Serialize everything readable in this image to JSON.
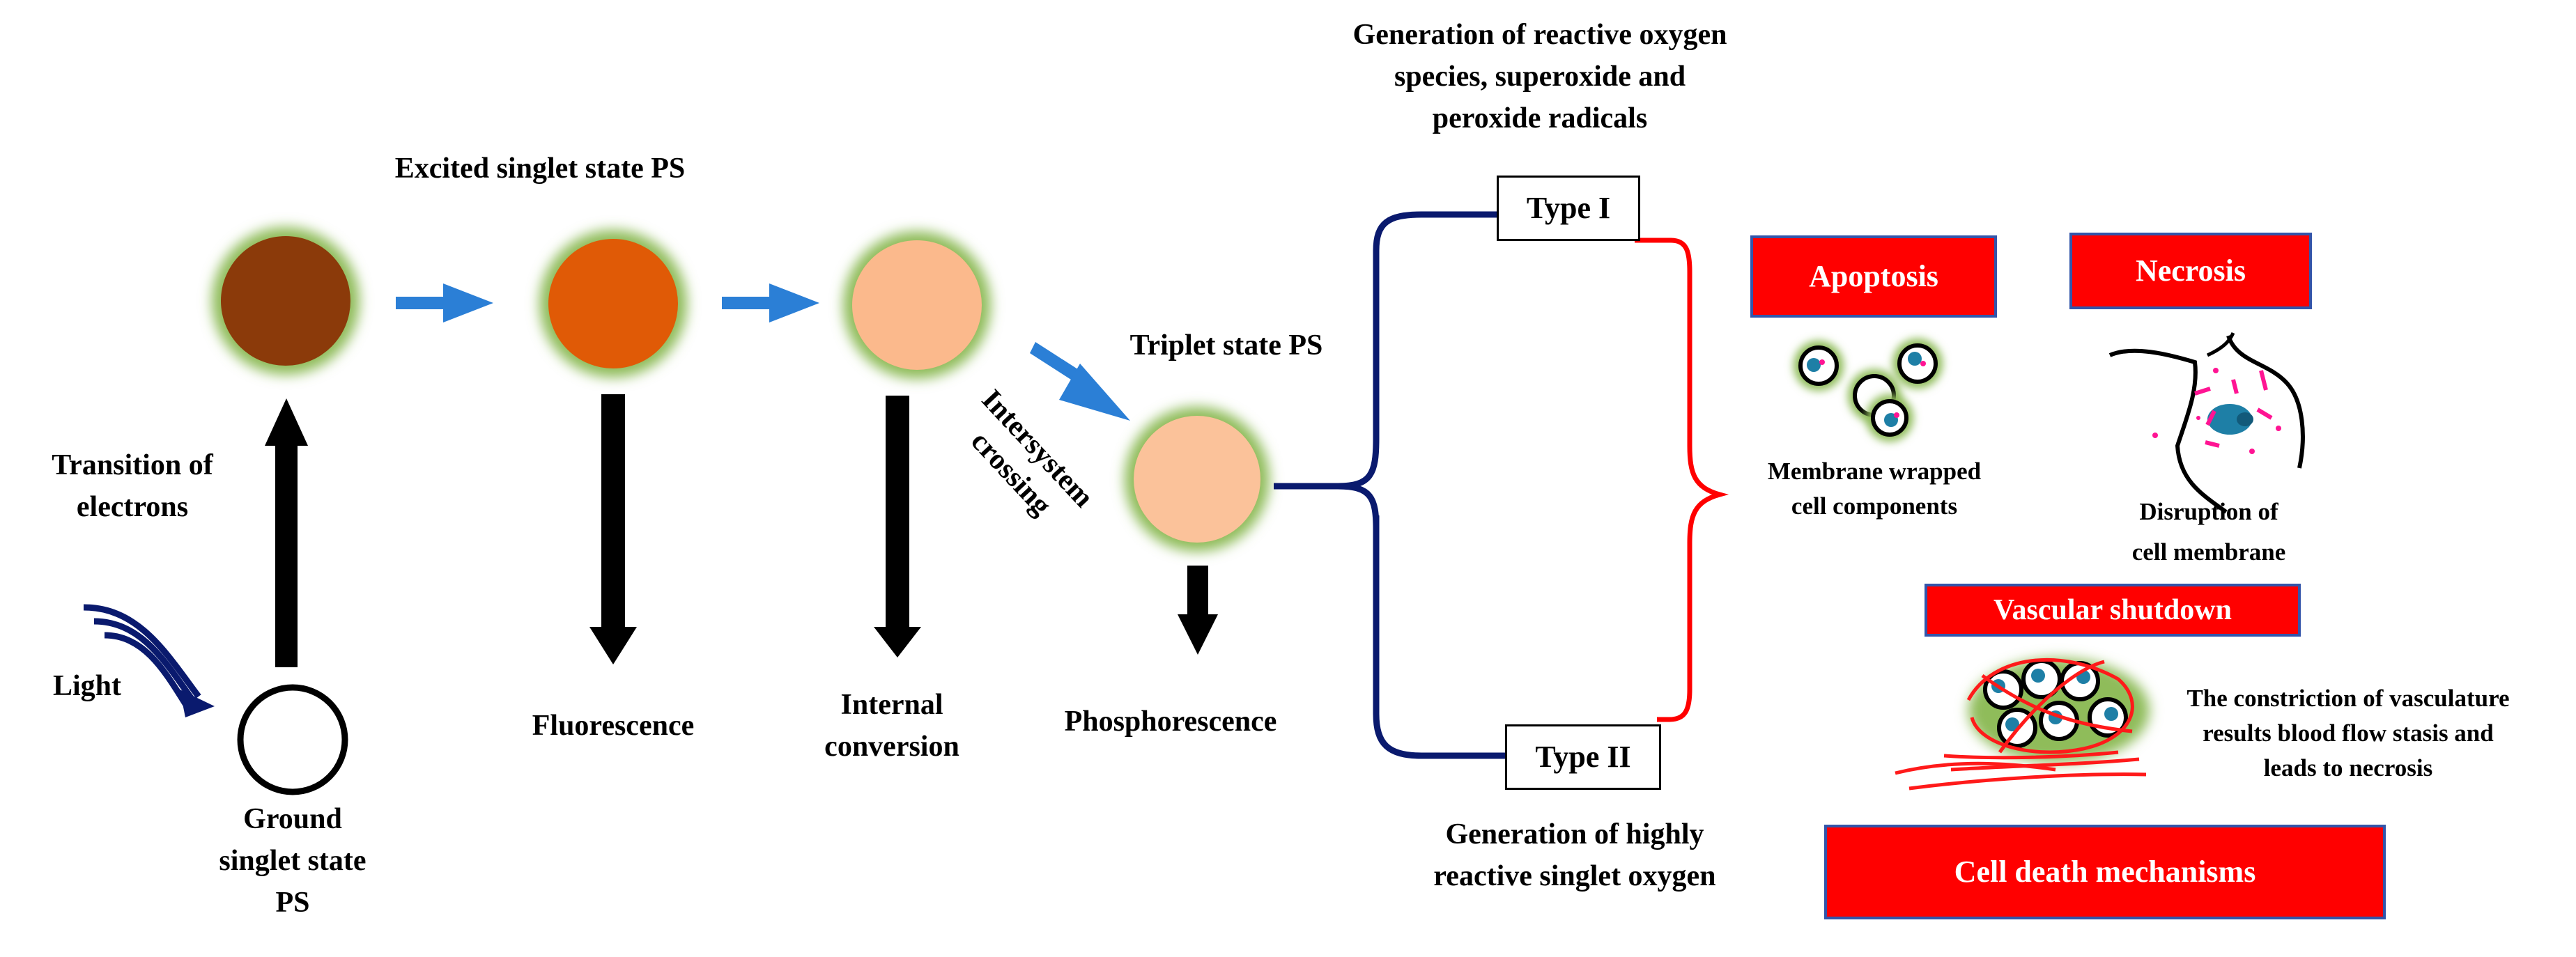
{
  "labels": {
    "excited_singlet": "Excited singlet state PS",
    "transition_line1": "Transition of",
    "transition_line2": "electrons",
    "light": "Light",
    "ground_line1": "Ground",
    "ground_line2": "singlet state",
    "ground_line3": "PS",
    "fluorescence": "Fluorescence",
    "internal_line1": "Internal",
    "internal_line2": "conversion",
    "intersystem_line1": "Intersystem",
    "intersystem_line2": "crossing",
    "triplet": "Triplet state PS",
    "phosphorescence": "Phosphorescence",
    "ros_line1": "Generation of reactive oxygen",
    "ros_line2": "species, superoxide and",
    "ros_line3": "peroxide radicals",
    "type1": "Type I",
    "type2": "Type II",
    "singlet_oxygen_line1": "Generation of highly",
    "singlet_oxygen_line2": "reactive singlet oxygen",
    "apoptosis": "Apoptosis",
    "apoptosis_desc_line1": "Membrane wrapped",
    "apoptosis_desc_line2": "cell components",
    "necrosis": "Necrosis",
    "necrosis_desc_line1": "Disruption of",
    "necrosis_desc_line2": "cell membrane",
    "vascular": "Vascular shutdown",
    "vascular_desc_line1": "The constriction of vasculature",
    "vascular_desc_line2": "results blood flow stasis and",
    "vascular_desc_line3": "leads to necrosis",
    "cell_death": "Cell death mechanisms"
  },
  "colors": {
    "ground_state": "#ffffff",
    "excited_1": "#8b3a0a",
    "excited_2": "#e05a06",
    "excited_3": "#fbb98c",
    "triplet": "#fbc29a",
    "glow": "#8fbc5a",
    "blue_arrow": "#2b7fd6",
    "navy": "#0a1a6e",
    "red": "#ff0000",
    "cell_nucleus": "#1e7fa6"
  }
}
